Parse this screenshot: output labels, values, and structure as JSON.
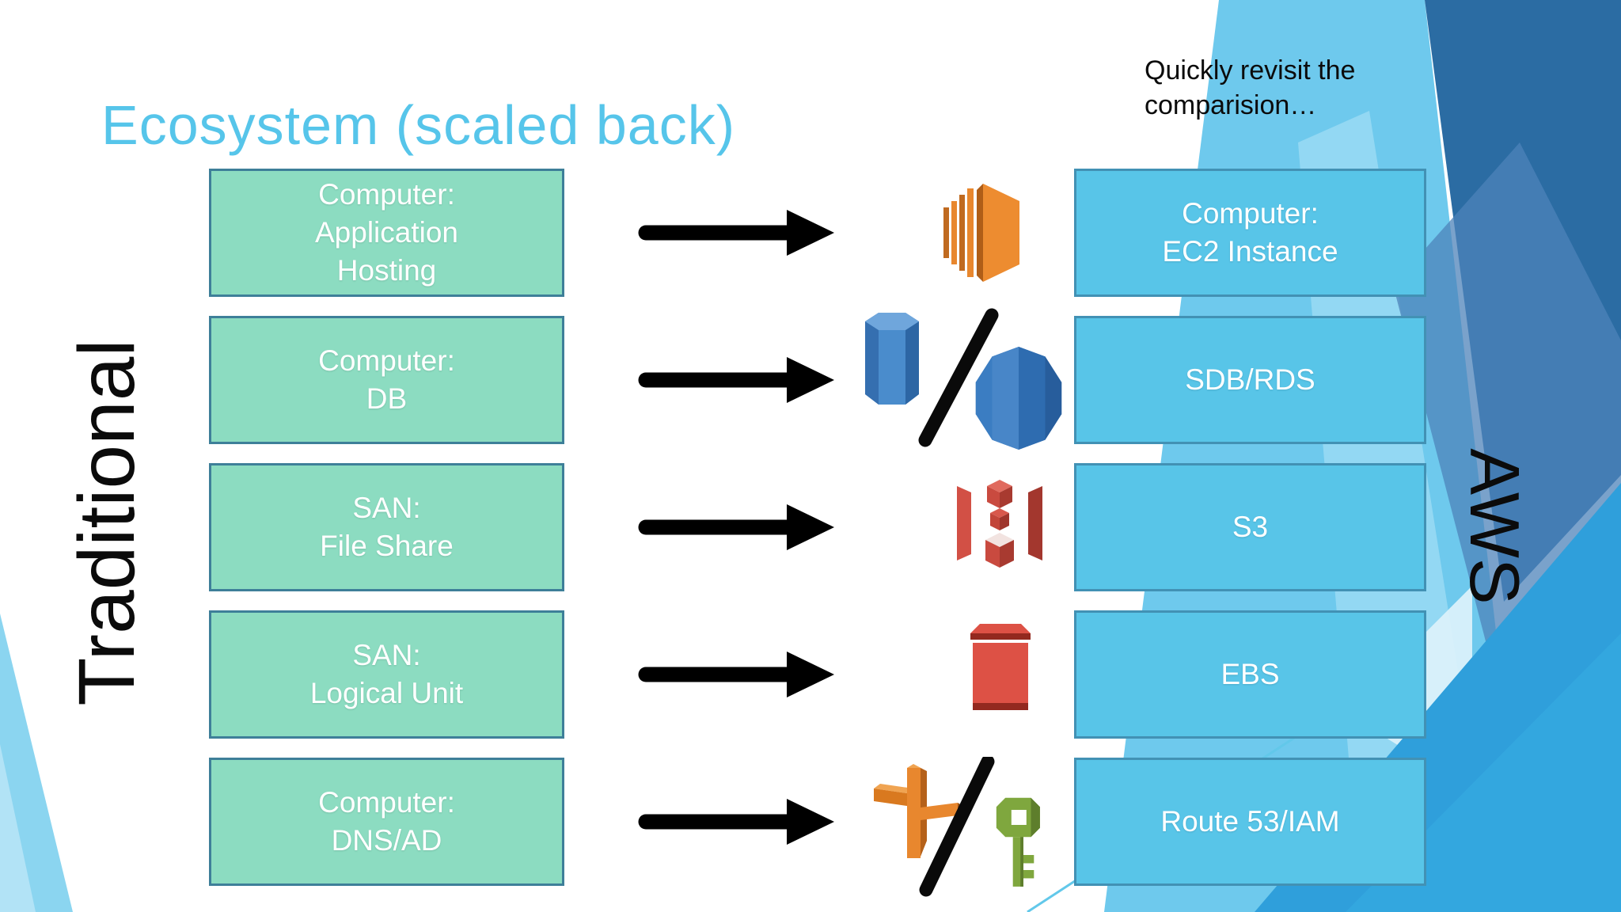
{
  "slide": {
    "title": "Ecosystem (scaled back)",
    "note": "Quickly revisit the\ncomparision…",
    "left_column_label": "Traditional",
    "right_column_label": "AWS"
  },
  "rows": [
    {
      "traditional": "Computer:\nApplication\nHosting",
      "aws": "Computer:\nEC2 Instance",
      "icons": [
        "ec2-icon"
      ]
    },
    {
      "traditional": "Computer:\nDB",
      "aws": "SDB/RDS",
      "icons": [
        "sdb-icon",
        "slash-icon",
        "rds-icon"
      ]
    },
    {
      "traditional": "SAN:\nFile Share",
      "aws": "S3",
      "icons": [
        "s3-icon"
      ]
    },
    {
      "traditional": "SAN:\nLogical Unit",
      "aws": "EBS",
      "icons": [
        "ebs-icon"
      ]
    },
    {
      "traditional": "Computer:\nDNS/AD",
      "aws": "Route 53/IAM",
      "icons": [
        "route53-icon",
        "slash-icon",
        "iam-icon"
      ]
    }
  ],
  "colors": {
    "title_blue": "#56C5EA",
    "traditional_fill": "#8CDCC1",
    "traditional_border": "#3E7F99",
    "aws_fill": "#58C5E8",
    "aws_border": "#4291B4",
    "label_text": "#FFFFFF",
    "body_text": "#000000",
    "arrow_black": "#000000",
    "facet_light": "#6EC9ED",
    "facet_dark": "#2B6CA3",
    "facet_medium": "#2F9FDB",
    "ec2_orange": "#ED8C30",
    "db_blue": "#3C7FC2",
    "s3_red": "#D25045",
    "ebs_red": "#DD5145",
    "route53_orange": "#E8872E",
    "iam_green": "#7FA73E"
  }
}
